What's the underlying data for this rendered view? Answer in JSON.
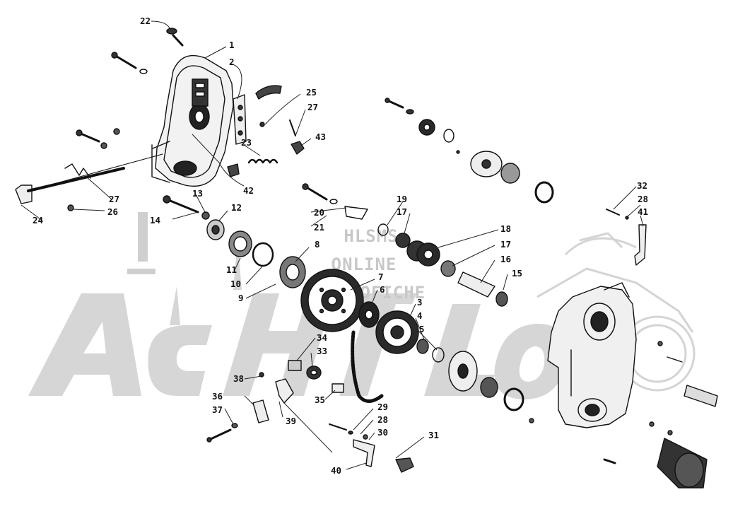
{
  "watermark": {
    "line1": "HLSMS",
    "line2": "ONLINE",
    "line3": "MICROFICHE",
    "brand": "Acht",
    "color": "#d2d2d2"
  },
  "callouts": [
    {
      "id": "c22",
      "label": "22"
    },
    {
      "id": "c1",
      "label": "1"
    },
    {
      "id": "c2",
      "label": "2"
    },
    {
      "id": "c25",
      "label": "25"
    },
    {
      "id": "c27a",
      "label": "27"
    },
    {
      "id": "c43",
      "label": "43"
    },
    {
      "id": "c23",
      "label": "23"
    },
    {
      "id": "c42",
      "label": "42"
    },
    {
      "id": "c27b",
      "label": "27"
    },
    {
      "id": "c26",
      "label": "26"
    },
    {
      "id": "c24",
      "label": "24"
    },
    {
      "id": "c13",
      "label": "13"
    },
    {
      "id": "c14",
      "label": "14"
    },
    {
      "id": "c12",
      "label": "12"
    },
    {
      "id": "c20",
      "label": "20"
    },
    {
      "id": "c21",
      "label": "21"
    },
    {
      "id": "c19",
      "label": "19"
    },
    {
      "id": "c17a",
      "label": "17"
    },
    {
      "id": "c18",
      "label": "18"
    },
    {
      "id": "c17b",
      "label": "17"
    },
    {
      "id": "c16",
      "label": "16"
    },
    {
      "id": "c15",
      "label": "15"
    },
    {
      "id": "c8",
      "label": "8"
    },
    {
      "id": "c11",
      "label": "11"
    },
    {
      "id": "c10",
      "label": "10"
    },
    {
      "id": "c9",
      "label": "9"
    },
    {
      "id": "c7",
      "label": "7"
    },
    {
      "id": "c6",
      "label": "6"
    },
    {
      "id": "c3",
      "label": "3"
    },
    {
      "id": "c4",
      "label": "4"
    },
    {
      "id": "c5",
      "label": "5"
    },
    {
      "id": "c32",
      "label": "32"
    },
    {
      "id": "c28a",
      "label": "28"
    },
    {
      "id": "c41",
      "label": "41"
    },
    {
      "id": "c34",
      "label": "34"
    },
    {
      "id": "c33",
      "label": "33"
    },
    {
      "id": "c35",
      "label": "35"
    },
    {
      "id": "c38",
      "label": "38"
    },
    {
      "id": "c36",
      "label": "36"
    },
    {
      "id": "c37",
      "label": "37"
    },
    {
      "id": "c39",
      "label": "39"
    },
    {
      "id": "c29",
      "label": "29"
    },
    {
      "id": "c28b",
      "label": "28"
    },
    {
      "id": "c30",
      "label": "30"
    },
    {
      "id": "c31",
      "label": "31"
    },
    {
      "id": "c40",
      "label": "40"
    }
  ]
}
